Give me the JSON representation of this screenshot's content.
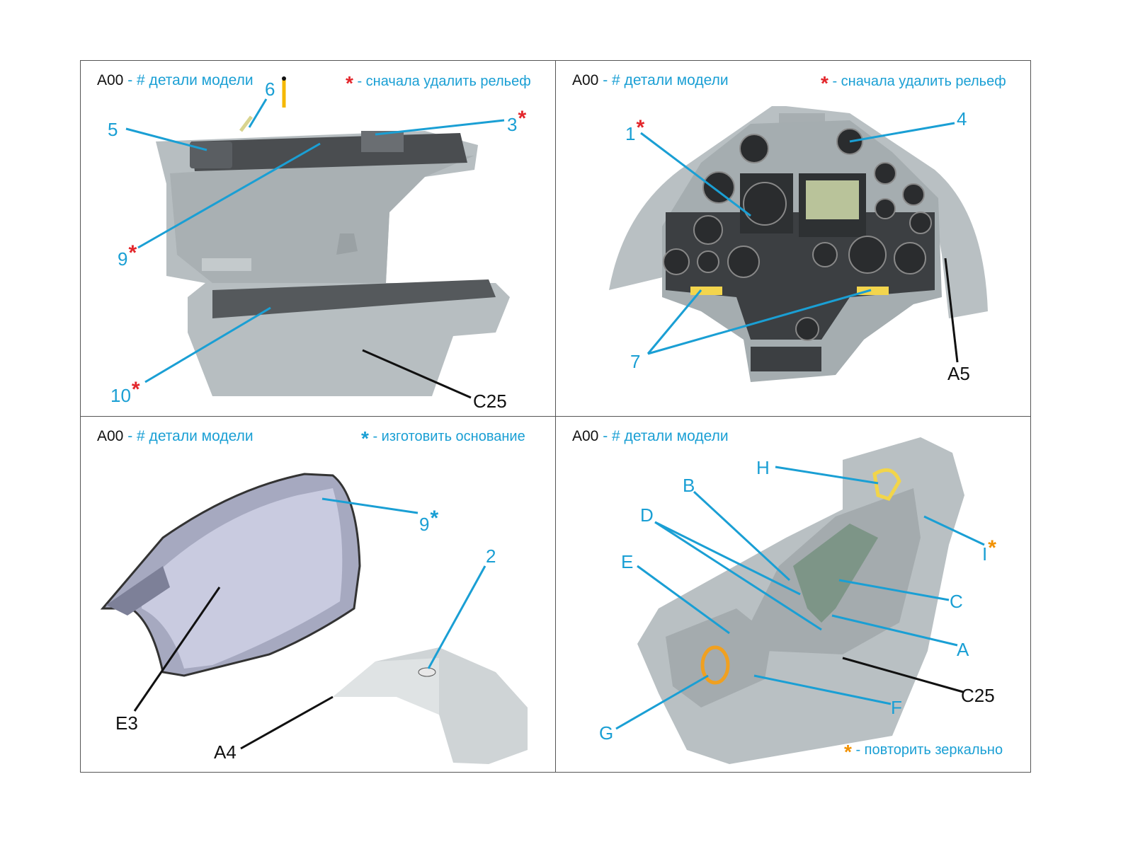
{
  "legend": {
    "code": "A00",
    "part_text": "- # детали модели",
    "asterisk": "*",
    "remove_relief": "- сначала удалить рельеф",
    "make_base": "- изготовить основание",
    "mirror": "- повторить зеркально"
  },
  "colors": {
    "callout": "#1a9fd4",
    "remove_relief": "#e3262b",
    "make_base": "#1a9fd4",
    "mirror": "#f29100",
    "part_gray": "#b9c0c3"
  },
  "panels": [
    {
      "callouts": [
        {
          "label": "5"
        },
        {
          "label": "6"
        },
        {
          "label": "3"
        },
        {
          "label": "9"
        },
        {
          "label": "10"
        },
        {
          "label": "C25"
        }
      ]
    },
    {
      "callouts": [
        {
          "label": "1"
        },
        {
          "label": "4"
        },
        {
          "label": "7"
        },
        {
          "label": "A5"
        }
      ]
    },
    {
      "callouts": [
        {
          "label": "9"
        },
        {
          "label": "2"
        },
        {
          "label": "E3"
        },
        {
          "label": "A4"
        }
      ]
    },
    {
      "callouts": [
        {
          "label": "H"
        },
        {
          "label": "B"
        },
        {
          "label": "D"
        },
        {
          "label": "E"
        },
        {
          "label": "I"
        },
        {
          "label": "C"
        },
        {
          "label": "A"
        },
        {
          "label": "C25"
        },
        {
          "label": "F"
        },
        {
          "label": "G"
        }
      ]
    }
  ]
}
